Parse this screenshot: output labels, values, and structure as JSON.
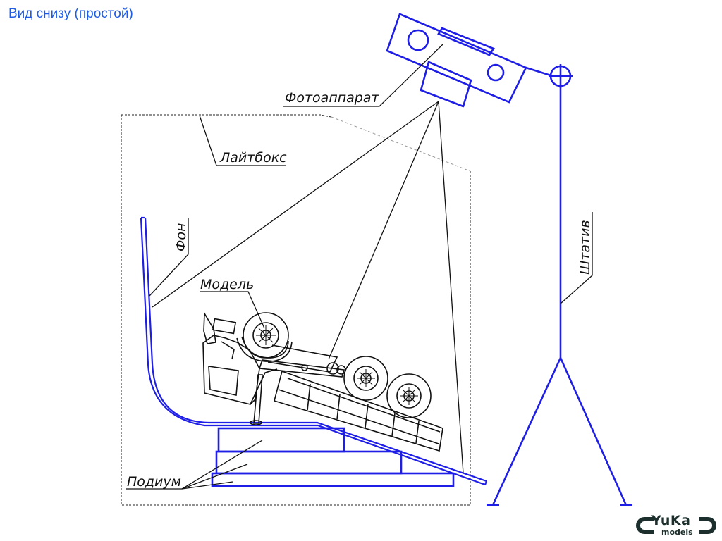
{
  "title": "Вид снизу (простой)",
  "labels": {
    "camera": "Фотоаппарат",
    "lightbox": "Лайтбокс",
    "background": "Фон",
    "model": "Модель",
    "podium": "Подиум",
    "tripod": "Штатив"
  },
  "logo": {
    "brand": "YuKa",
    "sub": "models"
  },
  "colors": {
    "equipment": "#1e1ee6",
    "outline": "#111111",
    "title": "#1e5ce8"
  }
}
